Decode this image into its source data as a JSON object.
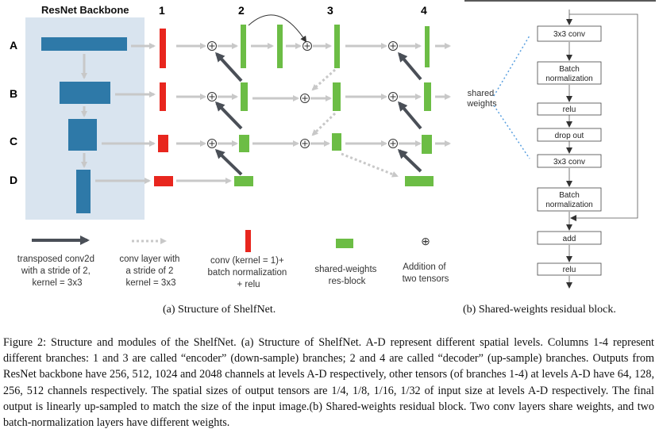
{
  "backbone_title": "ResNet Backbone",
  "columns": [
    "1",
    "2",
    "3",
    "4"
  ],
  "levels": [
    "A",
    "B",
    "C",
    "D"
  ],
  "shared_weights_label": [
    "shared",
    "weights"
  ],
  "block_layers": [
    "3x3 conv",
    "Batch normalization",
    "relu",
    "drop out",
    "3x3 conv",
    "Batch normalization",
    "add",
    "relu"
  ],
  "legend": {
    "transposed": [
      "transposed conv2d",
      "with a stride of 2,",
      "kernel = 3x3"
    ],
    "conv_stride": [
      "conv layer with",
      "a stride of 2",
      "kernel = 3x3"
    ],
    "conv1": [
      "conv (kernel = 1)+",
      "batch normalization",
      "+ relu"
    ],
    "shared_block": [
      "shared-weights",
      "res-block"
    ],
    "addition_symbol": "⊕",
    "addition": [
      "Addition of",
      "two tensors"
    ]
  },
  "caption_a": "(a) Structure of ShelfNet.",
  "caption_b": "(b) Shared-weights residual block.",
  "figure_caption": "Figure 2: Structure and modules of the ShelfNet. (a) Structure of ShelfNet. A-D represent different spatial levels. Columns 1-4 represent different branches: 1 and 3 are called “encoder” (down-sample) branches; 2 and 4 are called “decoder” (up-sample) branches. Outputs from ResNet backbone have 256, 512, 1024 and 2048 channels at levels A-D respectively, other tensors (of branches 1-4) at levels A-D have 64, 128, 256, 512 channels respectively. The spatial sizes of output tensors are 1/4, 1/8, 1/16, 1/32 of input size at levels A-D respectively. The final output is linearly up-sampled to match the size of the input image.(b) Shared-weights residual block. Two conv layers share weights, and two batch-normalization layers have different weights.",
  "colors": {
    "backbone_bg": "#d9e4ef",
    "backbone_block": "#2e79a8",
    "red": "#e8261e",
    "green": "#6cbd45",
    "arrow_gray": "#c8c8c8",
    "dark_arrow": "#4a4f57"
  }
}
